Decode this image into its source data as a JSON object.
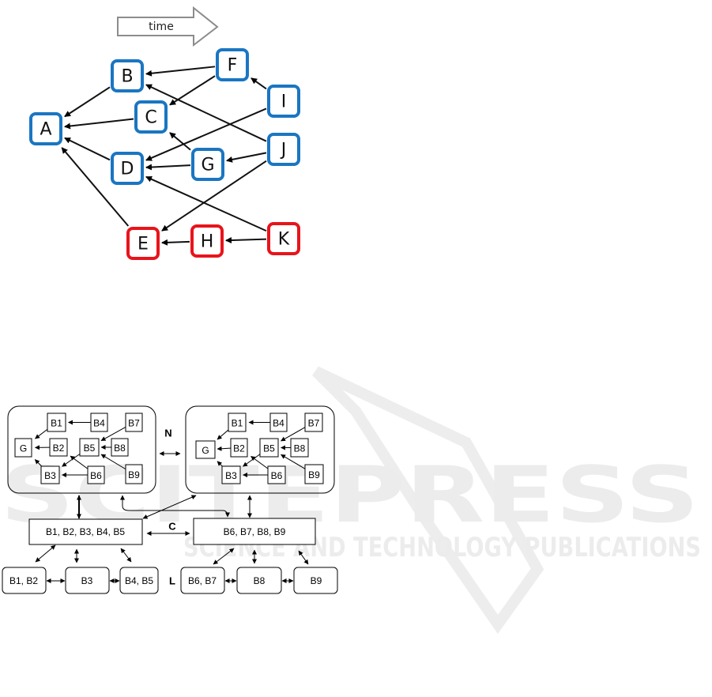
{
  "watermark": {
    "title": "SCITEPRESS",
    "subtitle": "SCIENCE AND TECHNOLOGY PUBLICATIONS"
  },
  "figure1": {
    "time_label": "time",
    "colors": {
      "normal": "#1a76c2",
      "highlight": "#e8141b"
    },
    "nodes": [
      {
        "id": "A",
        "label": "A",
        "status": "normal"
      },
      {
        "id": "B",
        "label": "B",
        "status": "normal"
      },
      {
        "id": "C",
        "label": "C",
        "status": "normal"
      },
      {
        "id": "D",
        "label": "D",
        "status": "normal"
      },
      {
        "id": "E",
        "label": "E",
        "status": "highlight"
      },
      {
        "id": "F",
        "label": "F",
        "status": "normal"
      },
      {
        "id": "G",
        "label": "G",
        "status": "normal"
      },
      {
        "id": "H",
        "label": "H",
        "status": "highlight"
      },
      {
        "id": "I",
        "label": "I",
        "status": "normal"
      },
      {
        "id": "J",
        "label": "J",
        "status": "normal"
      },
      {
        "id": "K",
        "label": "K",
        "status": "highlight"
      }
    ],
    "edges": [
      [
        "B",
        "A"
      ],
      [
        "C",
        "A"
      ],
      [
        "D",
        "A"
      ],
      [
        "E",
        "A"
      ],
      [
        "F",
        "B"
      ],
      [
        "F",
        "C"
      ],
      [
        "I",
        "F"
      ],
      [
        "I",
        "D"
      ],
      [
        "J",
        "B"
      ],
      [
        "J",
        "G"
      ],
      [
        "J",
        "E"
      ],
      [
        "G",
        "C"
      ],
      [
        "G",
        "D"
      ],
      [
        "K",
        "D"
      ],
      [
        "K",
        "H"
      ],
      [
        "H",
        "E"
      ]
    ]
  },
  "figure2": {
    "panel_nodes": [
      "G",
      "B1",
      "B2",
      "B3",
      "B4",
      "B5",
      "B6",
      "B7",
      "B8",
      "B9"
    ],
    "panel_edges": [
      [
        "B1",
        "G"
      ],
      [
        "B2",
        "G"
      ],
      [
        "B3",
        "G"
      ],
      [
        "B4",
        "B1"
      ],
      [
        "B7",
        "B5"
      ],
      [
        "B8",
        "B5"
      ],
      [
        "B9",
        "B5"
      ],
      [
        "B6",
        "B2"
      ],
      [
        "B6",
        "B3"
      ],
      [
        "B5",
        "B3"
      ]
    ],
    "level_labels": {
      "n": "N",
      "c": "C",
      "l": "L"
    },
    "clusters": [
      "B1, B2, B3, B4, B5",
      "B6, B7, B8, B9"
    ],
    "leaves": [
      "B1, B2",
      "B3",
      "B4, B5",
      "B6, B7",
      "B8",
      "B9"
    ]
  }
}
